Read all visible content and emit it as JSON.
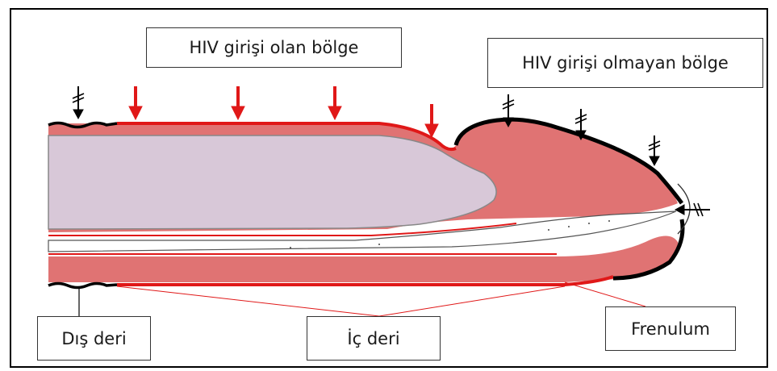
{
  "labels": {
    "hiv_entry_region": "HIV girişi olan bölge",
    "hiv_no_entry_region": "HIV girişi olmayan bölge",
    "outer_skin": "Dış deri",
    "inner_skin": "İç deri",
    "frenulum": "Frenulum"
  },
  "colors": {
    "inner_mucosa_line": "#e01818",
    "outer_skin_line": "#000000",
    "foreskin_tissue": "#e07373",
    "glans": "#d8c8d8",
    "entry_arrow": "#e01818",
    "blocked_arrow": "#000000"
  },
  "icons": {
    "entry_arrow": "down-arrow-icon",
    "blocked_arrow": "blocked-down-arrow-icon"
  }
}
